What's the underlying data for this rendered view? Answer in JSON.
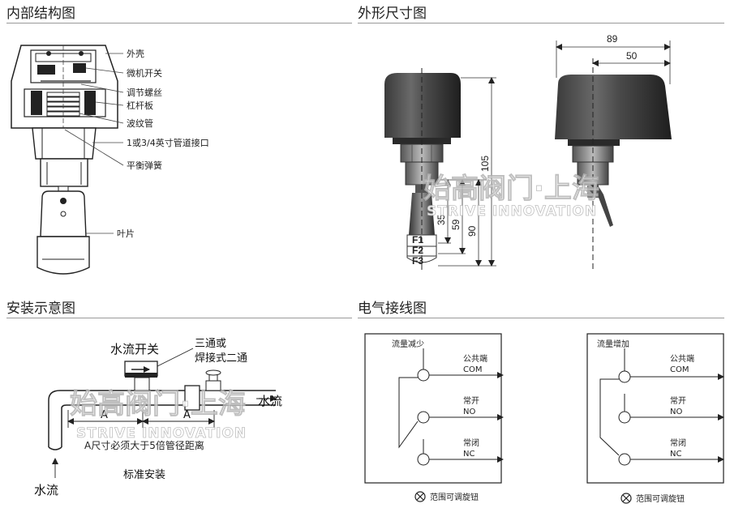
{
  "titles": {
    "internal": "内部结构图",
    "dimensions": "外形尺寸图",
    "installation": "安装示意图",
    "wiring": "电气接线图"
  },
  "internal_labels": {
    "shell": "外壳",
    "microswitch": "微机开关",
    "adjust_screw": "调节螺丝",
    "lever": "杠杆板",
    "bellows": "波纹管",
    "pipe_joint": "1或3/4英寸管道接口",
    "balance_spring": "平衡弹簧",
    "blade": "叶片"
  },
  "dimensions": {
    "width_total": "89",
    "width_partial": "50",
    "height_105": "105",
    "height_90": "90",
    "height_59": "59",
    "height_35": "35",
    "f1": "F1",
    "f2": "F2",
    "f3": "F3"
  },
  "installation": {
    "switch_label": "水流开关",
    "tee_label_1": "三通或",
    "tee_label_2": "焊接式二通",
    "flow_right": "水流",
    "flow_bottom": "水流",
    "seg_a1": "A",
    "seg_a2": "A",
    "note": "A尺寸必须大于5倍管径距离",
    "standard": "标准安装"
  },
  "wiring": {
    "decrease": {
      "title": "流量减少",
      "com_cn": "公共端",
      "com_en": "COM",
      "no_cn": "常开",
      "no_en": "NO",
      "nc_cn": "常闭",
      "nc_en": "NC",
      "note": "范围可调旋钮"
    },
    "increase": {
      "title": "流量增加",
      "com_cn": "公共端",
      "com_en": "COM",
      "no_cn": "常开",
      "no_en": "NO",
      "nc_cn": "常闭",
      "nc_en": "NC",
      "note": "范围可调旋钮"
    }
  },
  "watermark": {
    "cn": "始高阀门·上海",
    "en": "STRIVE INNOVATION"
  }
}
